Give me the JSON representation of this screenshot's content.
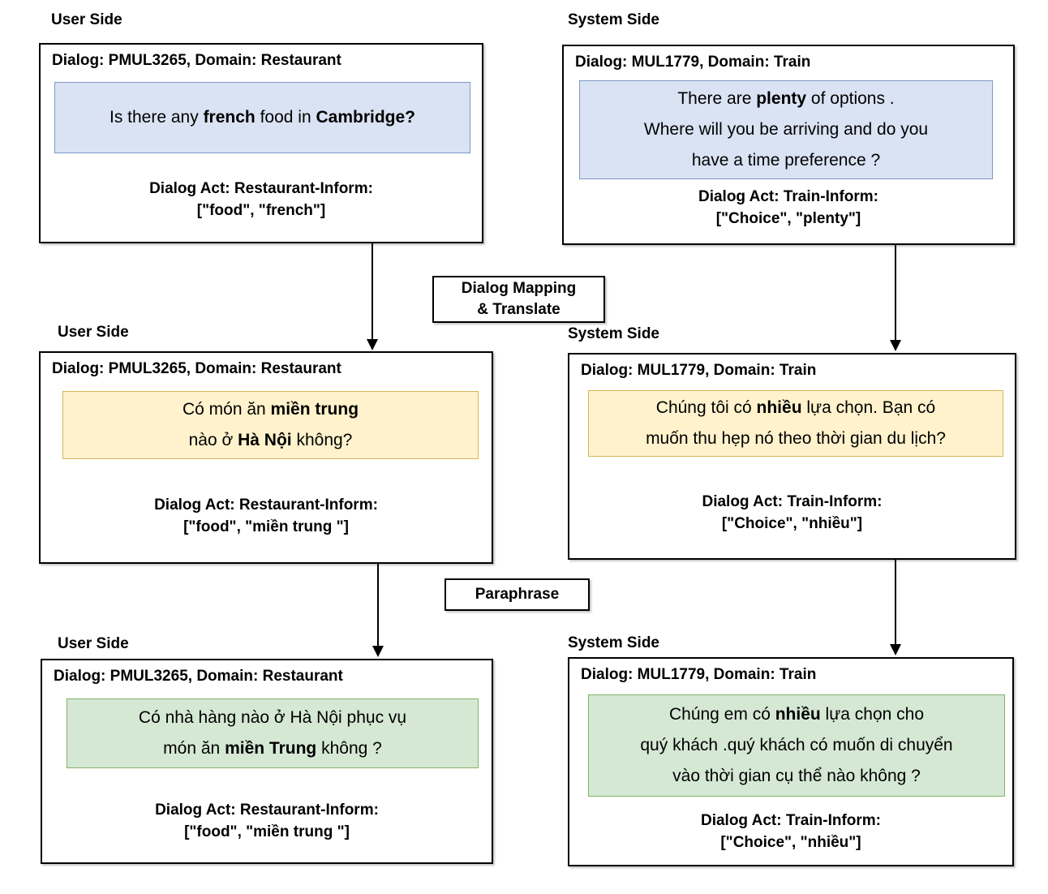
{
  "palette": {
    "box_border": "#000000",
    "blue_fill": "#dae3f3",
    "blue_border": "#7e97c8",
    "yellow_fill": "#fff2cc",
    "yellow_border": "#d6b656",
    "green_fill": "#d5e8d4",
    "green_border": "#82b366"
  },
  "process_steps": [
    {
      "label_lines": [
        "Dialog Mapping",
        "& Translate"
      ]
    },
    {
      "label_lines": [
        "Paraphrase"
      ]
    }
  ],
  "panels": [
    {
      "stage": "original",
      "side_label": "User Side",
      "header": "Dialog: PMUL3265, Domain: Restaurant",
      "utterance_lines": [
        [
          {
            "text": "Is there any ",
            "bold": false
          },
          {
            "text": "french",
            "bold": true
          },
          {
            "text": " food in ",
            "bold": false
          },
          {
            "text": "Cambridge?",
            "bold": true
          }
        ]
      ],
      "act_line1": "Dialog Act: Restaurant-Inform:",
      "act_line2": "[\"food\", \"french\"]"
    },
    {
      "stage": "original",
      "side_label": "System Side",
      "header": "Dialog: MUL1779, Domain: Train",
      "utterance_lines": [
        [
          {
            "text": "There are ",
            "bold": false
          },
          {
            "text": "plenty",
            "bold": true
          },
          {
            "text": " of options .",
            "bold": false
          }
        ],
        [
          {
            "text": "Where will you be arriving and do you",
            "bold": false
          }
        ],
        [
          {
            "text": "have a time preference ?",
            "bold": false
          }
        ]
      ],
      "act_line1": "Dialog Act: Train-Inform:",
      "act_line2": "[\"Choice\", \"plenty\"]"
    },
    {
      "stage": "translated",
      "side_label": "User Side",
      "header": "Dialog: PMUL3265, Domain: Restaurant",
      "utterance_lines": [
        [
          {
            "text": "Có món ăn ",
            "bold": false
          },
          {
            "text": "miền trung",
            "bold": true
          }
        ],
        [
          {
            "text": "nào ở ",
            "bold": false
          },
          {
            "text": "Hà Nội",
            "bold": true
          },
          {
            "text": " không?",
            "bold": false
          }
        ]
      ],
      "act_line1": "Dialog Act: Restaurant-Inform:",
      "act_line2": "[\"food\", \"miền trung \"]"
    },
    {
      "stage": "translated",
      "side_label": "System Side",
      "header": "Dialog: MUL1779, Domain: Train",
      "utterance_lines": [
        [
          {
            "text": "Chúng tôi có ",
            "bold": false
          },
          {
            "text": "nhiều",
            "bold": true
          },
          {
            "text": " lựa chọn. Bạn có",
            "bold": false
          }
        ],
        [
          {
            "text": "muốn thu hẹp nó theo thời gian du lịch?",
            "bold": false
          }
        ]
      ],
      "act_line1": "Dialog Act: Train-Inform:",
      "act_line2": "[\"Choice\", \"nhiều\"]"
    },
    {
      "stage": "paraphrased",
      "side_label": "User Side",
      "header": "Dialog: PMUL3265, Domain: Restaurant",
      "utterance_lines": [
        [
          {
            "text": "Có nhà hàng nào ở Hà Nội phục vụ",
            "bold": false
          }
        ],
        [
          {
            "text": "món ăn ",
            "bold": false
          },
          {
            "text": "miền Trung",
            "bold": true
          },
          {
            "text": " không ?",
            "bold": false
          }
        ]
      ],
      "act_line1": "Dialog Act: Restaurant-Inform:",
      "act_line2": "[\"food\", \"miền trung \"]"
    },
    {
      "stage": "paraphrased",
      "side_label": "System Side",
      "header": "Dialog: MUL1779, Domain: Train",
      "utterance_lines": [
        [
          {
            "text": "Chúng em có ",
            "bold": false
          },
          {
            "text": "nhiều",
            "bold": true
          },
          {
            "text": " lựa chọn cho",
            "bold": false
          }
        ],
        [
          {
            "text": "quý khách .quý khách có muốn di chuyển",
            "bold": false
          }
        ],
        [
          {
            "text": "vào thời gian cụ thể nào không ?",
            "bold": false
          }
        ]
      ],
      "act_line1": "Dialog Act: Train-Inform:",
      "act_line2": "[\"Choice\", \"nhiều\"]"
    }
  ]
}
